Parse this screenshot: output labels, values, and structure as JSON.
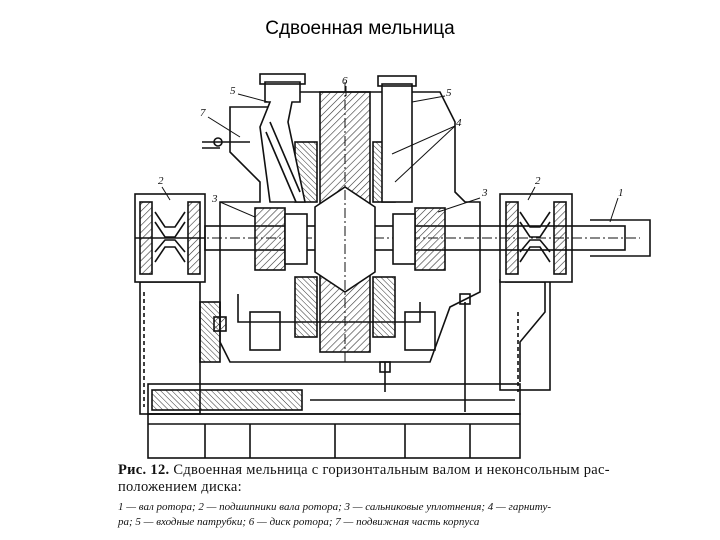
{
  "slide": {
    "title": "Сдвоенная мельница"
  },
  "figure": {
    "part_labels": {
      "shaft": "1",
      "bearing_left": "2",
      "bearing_right": "2",
      "seal_left": "3",
      "seal_right": "3",
      "nozzle_left": "5",
      "nozzle_right": "5",
      "disk": "6",
      "liner": "4",
      "casing": "7"
    },
    "caption": {
      "fig_number": "Рис. 12.",
      "line1": "Сдвоенная мельница с горизонтальным валом и неконсольным рас-",
      "line2": "положением диска:",
      "legend1": "1 — вал ротора; 2 — подшипники вала ротора; 3 — сальниковые уплотнения; 4 — гарниту-",
      "legend2": "ра; 5 — входные патрубки; 6 — диск ротора; 7 — подвижная часть корпуса"
    }
  },
  "colors": {
    "ink": "#111111",
    "hatch": "#333333",
    "background": "#ffffff"
  }
}
